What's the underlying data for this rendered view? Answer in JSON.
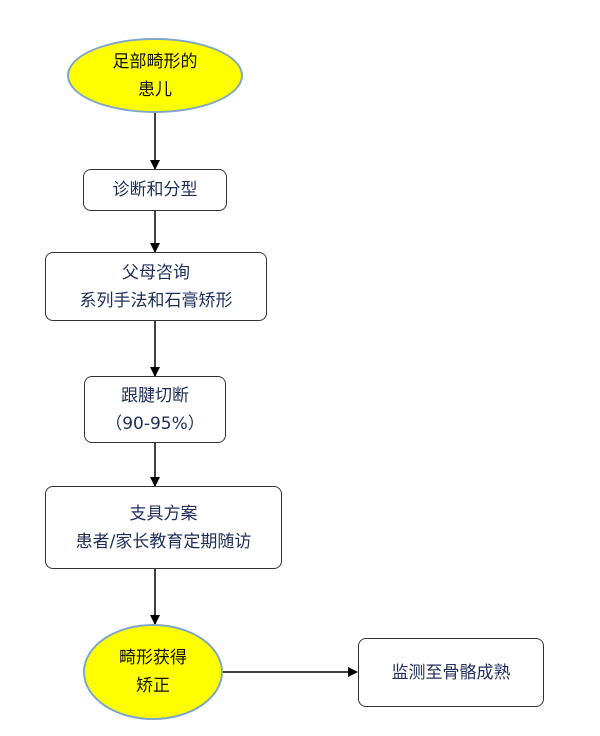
{
  "flowchart": {
    "nodes": [
      {
        "id": "start",
        "lines": [
          "足部畸形的",
          "患儿"
        ],
        "shape": "ellipse"
      },
      {
        "id": "diagnosis",
        "lines": [
          "诊断和分型"
        ],
        "shape": "box"
      },
      {
        "id": "casting",
        "lines": [
          "父母咨询",
          "系列手法和石膏矫形"
        ],
        "shape": "box"
      },
      {
        "id": "tenotomy",
        "lines": [
          "跟腱切断",
          "（90-95%）"
        ],
        "shape": "box"
      },
      {
        "id": "bracing",
        "lines": [
          "支具方案",
          "患者/家长教育定期随访"
        ],
        "shape": "box"
      },
      {
        "id": "corrected",
        "lines": [
          "畸形获得",
          "矫正"
        ],
        "shape": "ellipse"
      },
      {
        "id": "monitor",
        "lines": [
          "监测至骨骼成熟"
        ],
        "shape": "box"
      }
    ],
    "colors": {
      "ellipse_fill": "#ffff00",
      "ellipse_border": "#7fa6c9",
      "box_text": "#1f2d5a"
    }
  }
}
